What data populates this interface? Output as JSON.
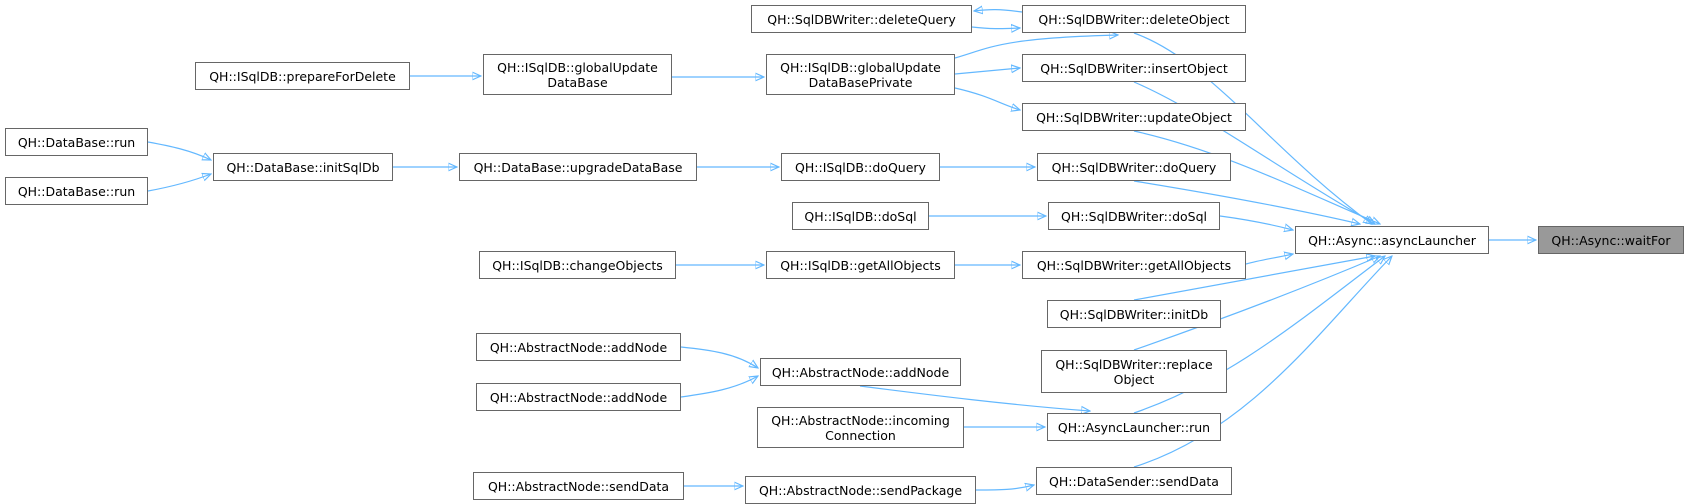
{
  "colors": {
    "edge": "#63b8ff",
    "node_border": "#666666",
    "focus_fill": "#999999"
  },
  "nodes": {
    "waitfor": "QH::Async::waitFor",
    "asynclauncher": "QH::Async::asyncLauncher",
    "sw_deleteobject": "QH::SqlDBWriter::deleteObject",
    "sw_deletequery": "QH::SqlDBWriter::deleteQuery",
    "sw_insertobject": "QH::SqlDBWriter::insertObject",
    "sw_updateobject": "QH::SqlDBWriter::updateObject",
    "sw_doquery": "QH::SqlDBWriter::doQuery",
    "sw_dosql": "QH::SqlDBWriter::doSql",
    "sw_getallobjects": "QH::SqlDBWriter::getAllObjects",
    "sw_initdb": "QH::SqlDBWriter::initDb",
    "sw_replaceobject": "QH::SqlDBWriter::replace\nObject",
    "al_run": "QH::AsyncLauncher::run",
    "ds_senddata": "QH::DataSender::sendData",
    "isql_gudbprivate": "QH::ISqlDB::globalUpdate\nDataBasePrivate",
    "isql_gudb": "QH::ISqlDB::globalUpdate\nDataBase",
    "isql_preparefordelete": "QH::ISqlDB::prepareForDelete",
    "isql_doquery": "QH::ISqlDB::doQuery",
    "db_upgradedatabase": "QH::DataBase::upgradeDataBase",
    "db_initsqldb": "QH::DataBase::initSqlDb",
    "db_run_1": "QH::DataBase::run",
    "db_run_2": "QH::DataBase::run",
    "isql_dosql": "QH::ISqlDB::doSql",
    "isql_getallobjects": "QH::ISqlDB::getAllObjects",
    "isql_changeobjects": "QH::ISqlDB::changeObjects",
    "an_addnode": "QH::AbstractNode::addNode",
    "an_addnode_1": "QH::AbstractNode::addNode",
    "an_addnode_2": "QH::AbstractNode::addNode",
    "an_incomingconnection": "QH::AbstractNode::incoming\nConnection",
    "an_sendpackage": "QH::AbstractNode::sendPackage",
    "an_senddata": "QH::AbstractNode::sendData"
  }
}
